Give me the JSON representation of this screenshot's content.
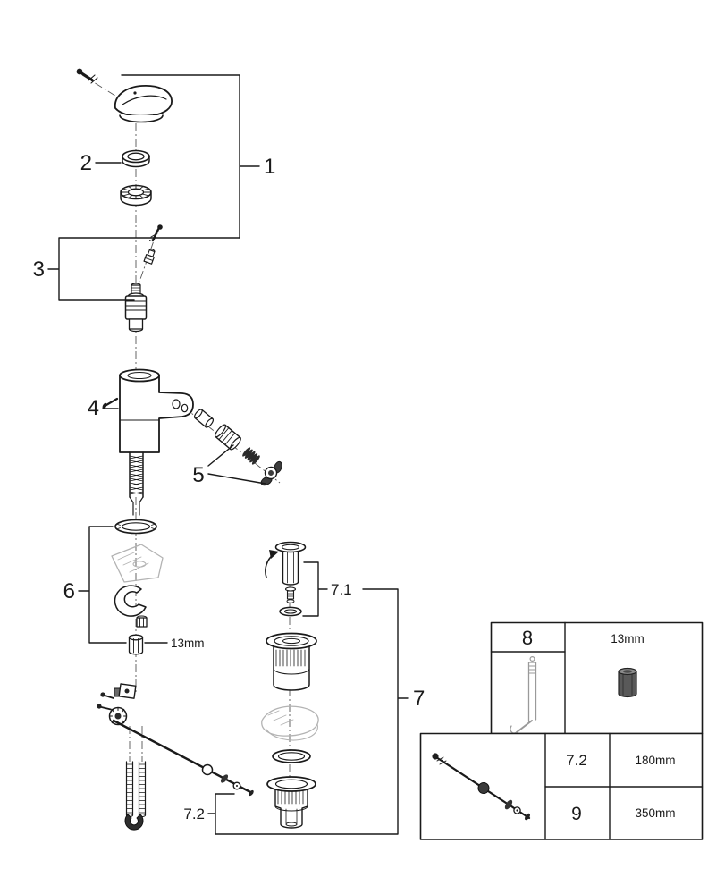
{
  "figure": {
    "description": "Exploded parts diagram of a single-lever basin mixer faucet with pop-up waste set",
    "background": "#ffffff",
    "line_color": "#1a1a1a",
    "sketch_color": "#b3b3b3"
  },
  "callouts": {
    "part1": "1",
    "part2": "2",
    "part3": "3",
    "part4": "4",
    "part5": "5",
    "part6": "6",
    "part7": "7",
    "part7_1": "7.1",
    "part7_2": "7.2"
  },
  "annotations": {
    "nut_size_label": "13mm"
  },
  "tool_box": {
    "part8": "8",
    "size_label": "13mm"
  },
  "size_table": {
    "rows": [
      {
        "part": "7.2",
        "length": "180mm"
      },
      {
        "part": "9",
        "length": "350mm"
      }
    ]
  }
}
